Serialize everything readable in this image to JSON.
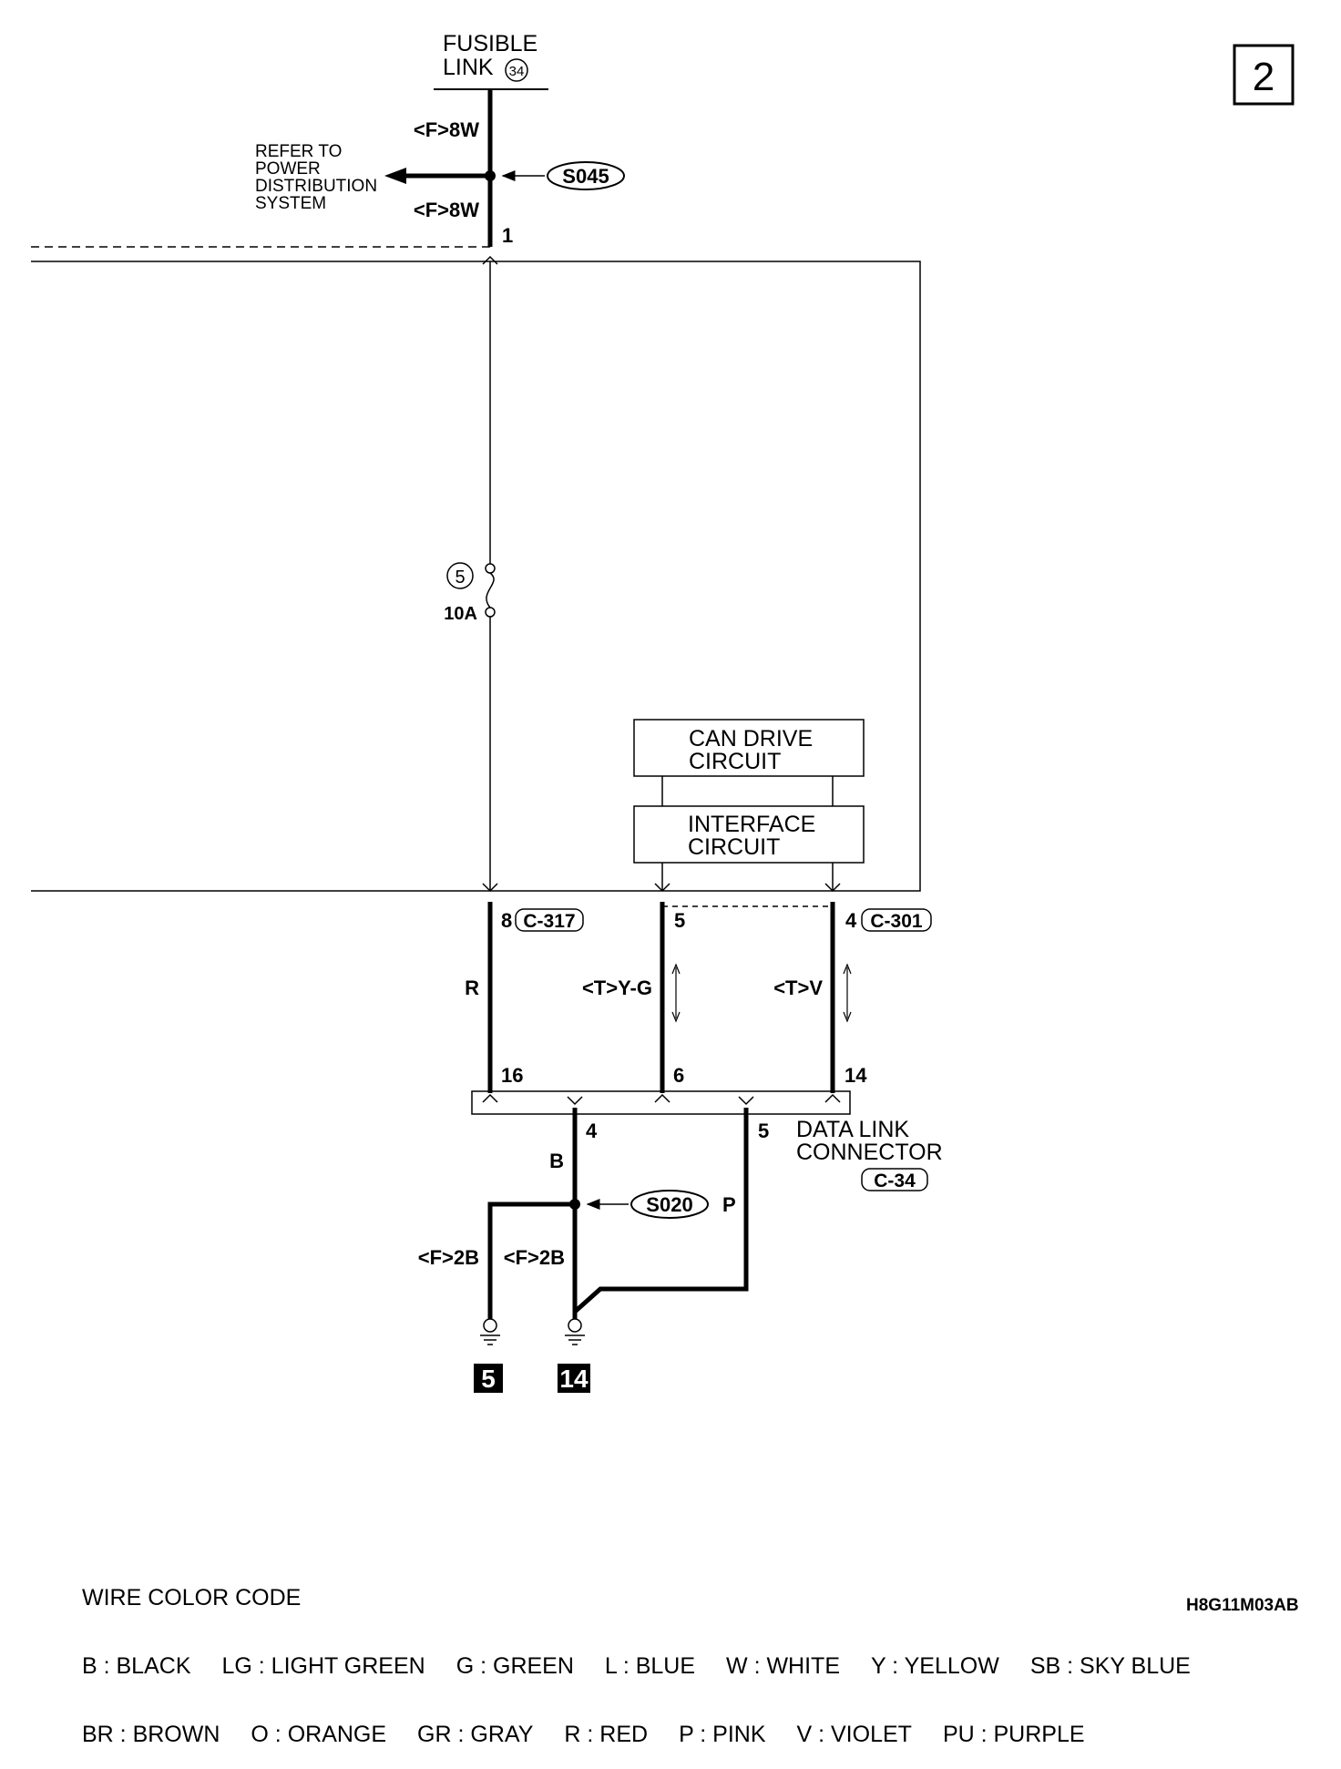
{
  "page_number": "2",
  "fusible_link": {
    "line1": "FUSIBLE",
    "line2": "LINK",
    "number": "34"
  },
  "refer_to": [
    "REFER TO",
    "POWER",
    "DISTRIBUTION",
    "SYSTEM"
  ],
  "wires": {
    "top_upper": "<F>8W",
    "top_lower": "<F>8W",
    "red": "R",
    "yg": "<T>Y-G",
    "violet": "<T>V",
    "black": "B",
    "pink": "P",
    "ground_left": "<F>2B",
    "ground_right": "<F>2B"
  },
  "splices": {
    "upper": "S045",
    "lower": "S020"
  },
  "terminals": {
    "t1": "1",
    "t8": "8",
    "t5": "5",
    "t4": "4",
    "t16": "16",
    "t6": "6",
    "t14": "14",
    "dlc4": "4",
    "dlc5": "5"
  },
  "connectors": {
    "c317": "C-317",
    "c301": "C-301",
    "c34": "C-34"
  },
  "fuse": {
    "number": "5",
    "rating": "10A"
  },
  "boxes": {
    "can": [
      "CAN DRIVE",
      "CIRCUIT"
    ],
    "interface": [
      "INTERFACE",
      "CIRCUIT"
    ]
  },
  "data_link_connector": [
    "DATA LINK",
    "CONNECTOR"
  ],
  "grounds": {
    "left": "5",
    "right": "14"
  },
  "wire_color_code": {
    "title": "WIRE COLOR CODE",
    "row1": [
      "B : BLACK",
      "LG : LIGHT GREEN",
      "G : GREEN",
      "L : BLUE",
      "W : WHITE",
      "Y : YELLOW",
      "SB : SKY BLUE"
    ],
    "row2": [
      "BR : BROWN",
      "O : ORANGE",
      "GR : GRAY",
      "R : RED",
      "P : PINK",
      "V : VIOLET",
      "PU : PURPLE"
    ]
  },
  "figure_id": "H8G11M03AB"
}
